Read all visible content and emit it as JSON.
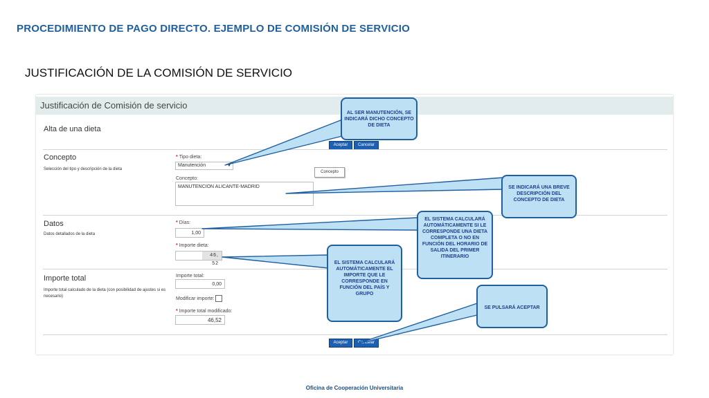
{
  "slide": {
    "title": "PROCEDIMIENTO DE PAGO DIRECTO. EJEMPLO DE COMISIÓN DE SERVICIO",
    "subtitle": "JUSTIFICACIÓN DE LA COMISIÓN DE SERVICIO",
    "footer": "Oficina de Cooperación Universitaria"
  },
  "form": {
    "title": "Justificación de Comisión de servicio",
    "subtitle": "Alta de una dieta",
    "buttons": {
      "accept": "Aceptar",
      "cancel": "Cancelar"
    },
    "concepto": {
      "title": "Concepto",
      "desc": "Selección del tipo y descripción de la dieta",
      "tipo_label": "Tipo dieta:",
      "tipo_value": "Manutención",
      "concepto_label": "Concepto:",
      "concepto_value": "MANUTENCION ALICANTE-MADRID",
      "tooltip": "Concepto"
    },
    "datos": {
      "title": "Datos",
      "desc": "Datos detallados de la dieta",
      "dias_label": "Días:",
      "dias_value": "1,00",
      "importe_label": "Importe dieta:",
      "importe_value": "46, 52"
    },
    "importe_total": {
      "title": "Importe total",
      "desc": "Importe total calculado de la dieta (con posibilidad de ajustes si es necesario)",
      "total_label": "Importe total:",
      "total_value": "0,00",
      "modificar_label": "Modificar importe:",
      "modificado_label": "Importe total modificado:",
      "modificado_value": "46,52"
    }
  },
  "callouts": {
    "manutencion": "AL SER MANUTENCIÓN, SE INDICARÁ DICHO CONCEPTO DE DIETA",
    "descripcion": "SE INDICARÁ UNA BREVE DESCRIPCIÓN DEL CONCEPTO DE DIETA",
    "sistema_dieta": "EL SISTEMA CALCULARÁ AUTOMÁTICAMENTE SI LE CORRESPONDE UNA DIETA COMPLETA O NO EN FUNCIÓN DEL HORARIO DE SALIDA DEL PRIMER ITINERARIO",
    "sistema_importe": "EL SISTEMA CALCULARÁ AUTOMÁTICAMENTE EL IMPORTE QUE LE CORRESPONDE EN FUNCIÓN DEL PAÍS Y GRUPO",
    "aceptar": "SE PULSARÁ ACEPTAR"
  },
  "colors": {
    "title_blue": "#1f5f9e",
    "header_bg": "#e3ecec",
    "callout_bg": "#bde0f5",
    "button_blue": "#1d5fb0",
    "required_red": "#cc2222"
  }
}
